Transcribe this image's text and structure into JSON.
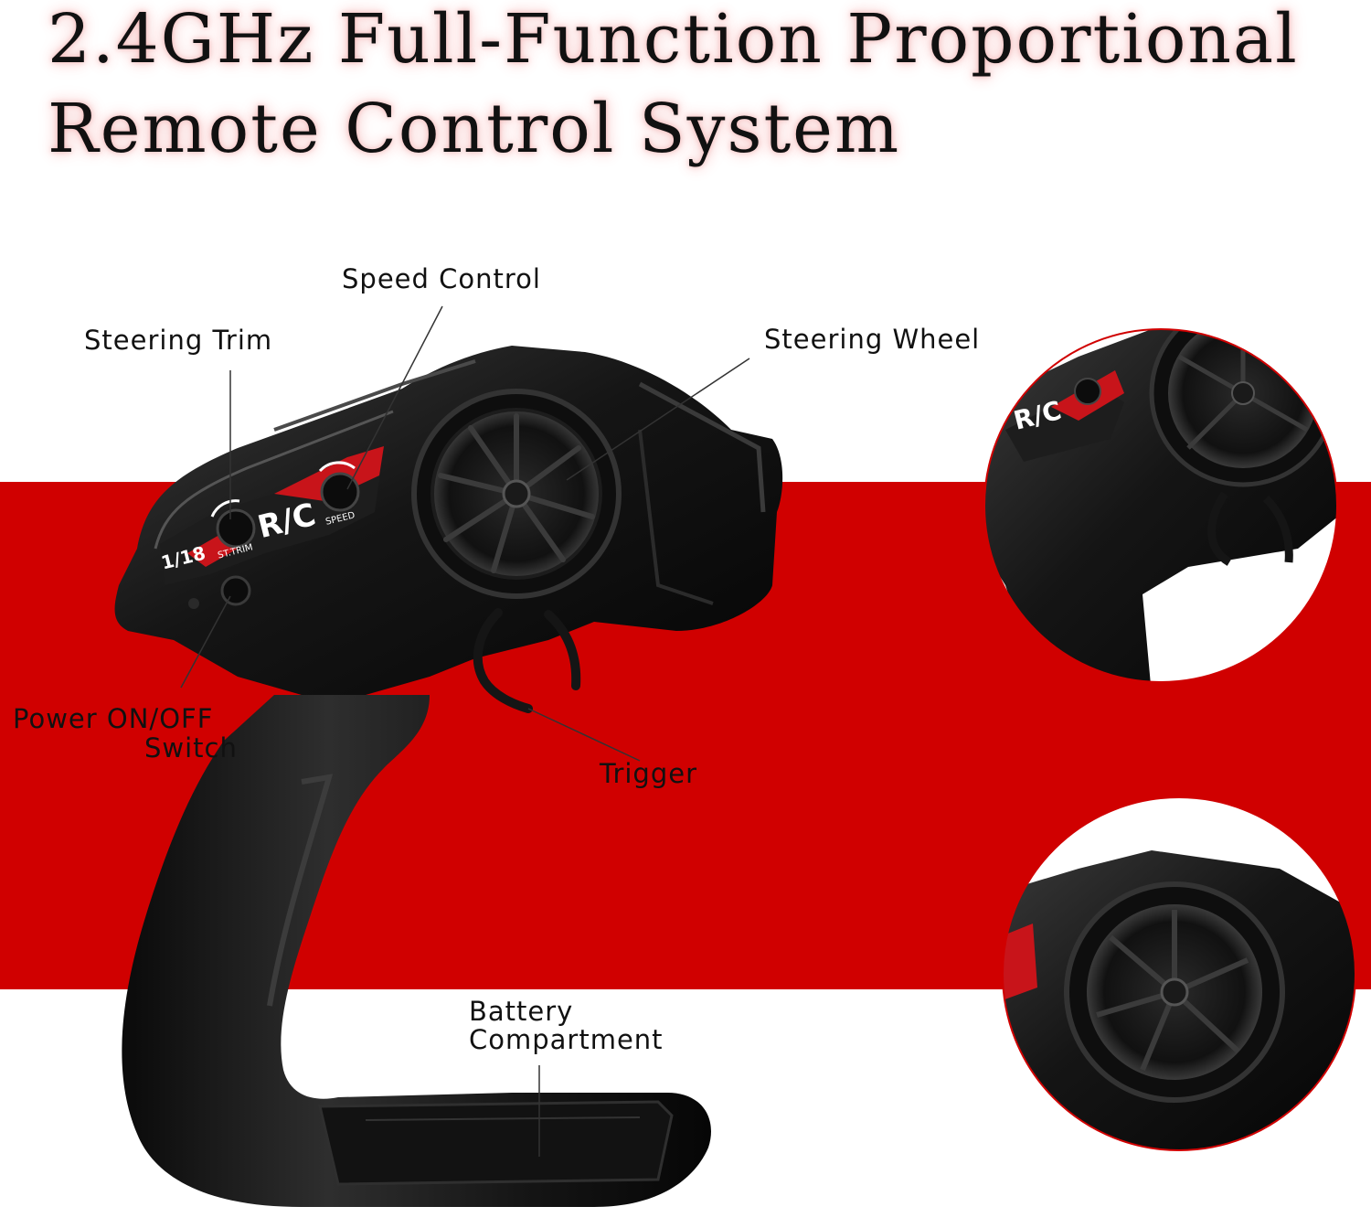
{
  "headline": {
    "line1": "2.4GHz Full-Function Proportional",
    "line2": "Remote Control System"
  },
  "callouts": {
    "speed_control": "Speed Control",
    "steering_trim": "Steering Trim",
    "steering_wheel": "Steering Wheel",
    "power_switch_line1": "Power ON/OFF",
    "power_switch_line2": "Switch",
    "trigger": "Trigger",
    "battery_line1": "Battery",
    "battery_line2": "Compartment"
  },
  "decal": {
    "scale": "1/18",
    "brand": "R/C",
    "trim_label": "ST.TRIM",
    "speed_label": "SPEED"
  },
  "colors": {
    "band": "#d00000",
    "body": "#111111",
    "decal_red": "#c8141a"
  }
}
